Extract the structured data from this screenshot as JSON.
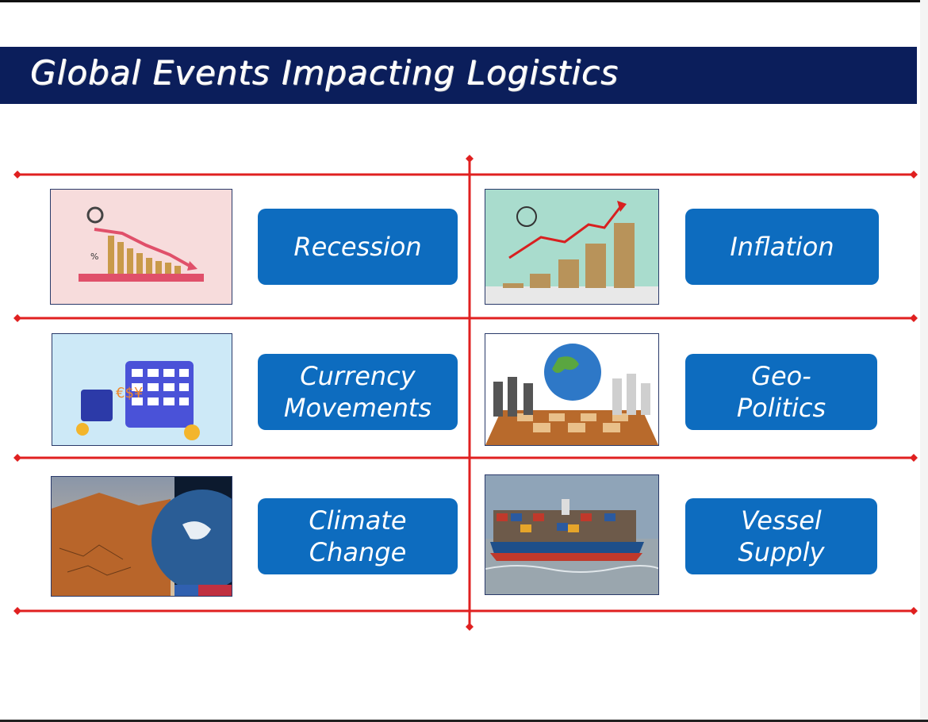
{
  "title": "Global Events Impacting Logistics",
  "colors": {
    "title_bg": "#0b1e5b",
    "label_bg": "#0d6cbf",
    "grid_line": "#e02020"
  },
  "events": [
    {
      "label": "Recession",
      "image_icon": "recession-chart-image"
    },
    {
      "label": "Inflation",
      "image_icon": "inflation-coins-image"
    },
    {
      "label": "Currency\nMovements",
      "image_icon": "currency-terminal-image"
    },
    {
      "label": "Geo-\nPolitics",
      "image_icon": "chess-globe-image"
    },
    {
      "label": "Climate\nChange",
      "image_icon": "climate-earth-image"
    },
    {
      "label": "Vessel\nSupply",
      "image_icon": "container-ship-image"
    }
  ]
}
